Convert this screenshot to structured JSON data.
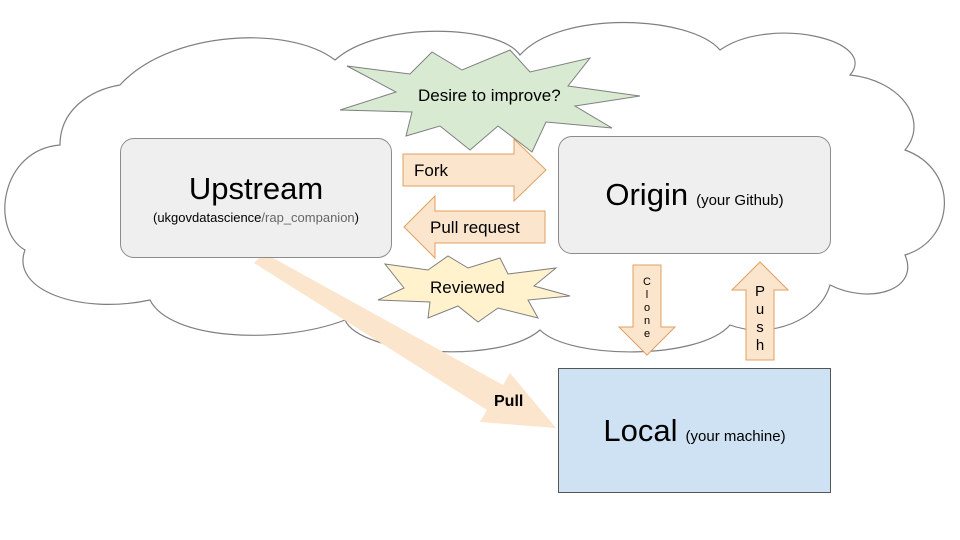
{
  "upstream": {
    "title": "Upstream",
    "paren_open": "(",
    "org": "ukgovdatascience",
    "separator": "/",
    "repo": "rap_companion",
    "paren_close": ")"
  },
  "origin": {
    "title": "Origin",
    "subtitle": "(your Github)"
  },
  "local": {
    "title": "Local",
    "subtitle": "(your machine)"
  },
  "arrows": {
    "fork": "Fork",
    "pull_request": "Pull request",
    "pull": "Pull",
    "clone": [
      "C",
      "l",
      "o",
      "n",
      "e"
    ],
    "push": [
      "P",
      "u",
      "s",
      "h"
    ]
  },
  "bursts": {
    "desire": "Desire to improve?",
    "reviewed": "Reviewed"
  },
  "colors": {
    "cloud_fill": "#ffffff",
    "cloud_stroke": "#7f7f7f",
    "arrow_fill": "#fce5cd",
    "arrow_stroke": "#e0a060",
    "burst_green": "#d9ead3",
    "burst_yellow": "#fff2cc",
    "box_grey": "#efefef",
    "box_blue": "#cfe2f3"
  }
}
